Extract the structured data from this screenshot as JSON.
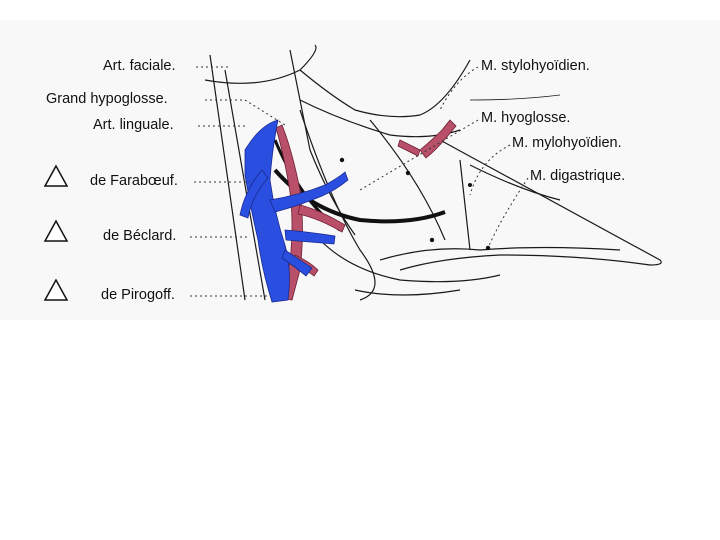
{
  "labels_left": {
    "art_faciale": "Art. faciale.",
    "grand_hypoglosse": "Grand hypoglosse.",
    "art_linguale": "Art. linguale."
  },
  "labels_right": {
    "stylohyoidien": "M.  stylohyoïdien.",
    "hyoglosse": "M. hyoglosse.",
    "mylohyoidien": "M.  mylohyoïdien.",
    "digastrique": "M. digastrique."
  },
  "triangles": [
    {
      "label": "de Farabœuf."
    },
    {
      "label": "de Béclard."
    },
    {
      "label": "de Pirogoff."
    }
  ],
  "colors": {
    "vein_blue": "#2a4fe0",
    "artery_red": "#b8506a",
    "line": "#1a1a1a"
  }
}
